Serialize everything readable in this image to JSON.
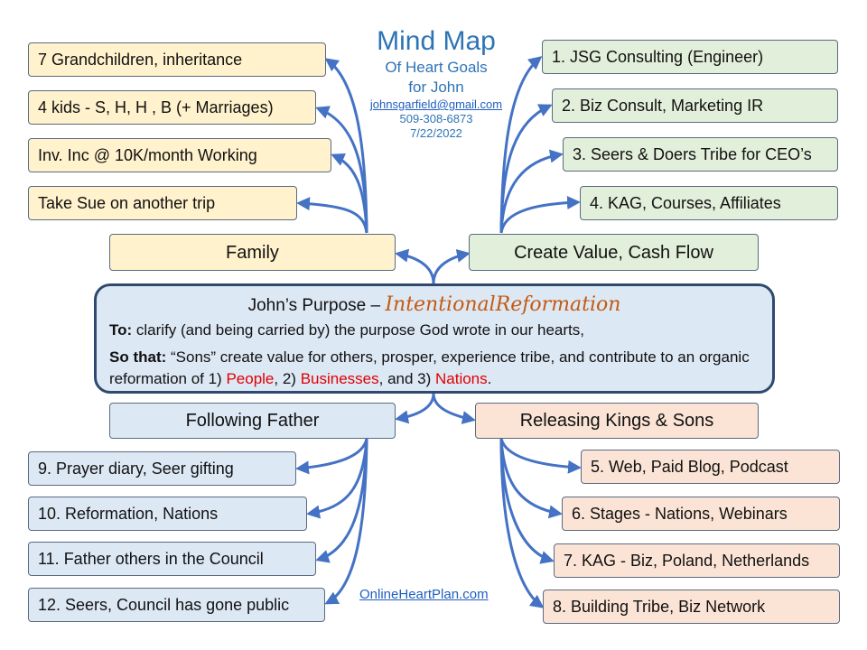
{
  "title": "Mind Map",
  "subtitle_line1": "Of Heart Goals",
  "subtitle_line2": "for John",
  "contact": {
    "email": "johnsgarfield@gmail.com",
    "phone": "509-308-6873",
    "date": "7/22/2022"
  },
  "center": {
    "title_prefix": "John’s Purpose – ",
    "title_highlight": "IntentionalReformation",
    "to_label": "To:",
    "to_text": " clarify (and being carried by) the purpose God wrote in our hearts,",
    "so_label": "So that:",
    "so_text": " “Sons” create value for others, prosper, experience tribe, and contribute to an organic reformation of 1) ",
    "people": "People",
    "sep1": ", 2) ",
    "businesses": "Businesses",
    "sep2": ",  and 3) ",
    "nations": "Nations",
    "end": "."
  },
  "branches": {
    "family": {
      "label": "Family",
      "items": [
        "7 Grandchildren, inheritance",
        "4 kids  - S, H, H , B (+ Marriages)",
        "Inv. Inc @ 10K/month Working",
        "Take Sue on another trip"
      ]
    },
    "value": {
      "label": "Create Value, Cash Flow",
      "items": [
        "1. JSG Consulting (Engineer)",
        "2. Biz Consult, Marketing IR",
        "3. Seers & Doers Tribe for CEO’s",
        "4. KAG, Courses, Affiliates"
      ]
    },
    "father": {
      "label": "Following Father",
      "items": [
        "9. Prayer diary, Seer gifting",
        "10. Reformation, Nations",
        "11. Father others in the Council",
        "12. Seers, Council has gone public"
      ]
    },
    "kings": {
      "label": "Releasing Kings & Sons",
      "items": [
        "5. Web, Paid Blog, Podcast",
        "6. Stages - Nations, Webinars",
        "7. KAG - Biz, Poland, Netherlands",
        "8. Building Tribe, Biz Network"
      ]
    }
  },
  "footer_link": "OnlineHeartPlan.com",
  "colors": {
    "connector": "#4472c4",
    "title": "#2e74b5",
    "highlight": "#c55a11",
    "red": "#e00000"
  }
}
